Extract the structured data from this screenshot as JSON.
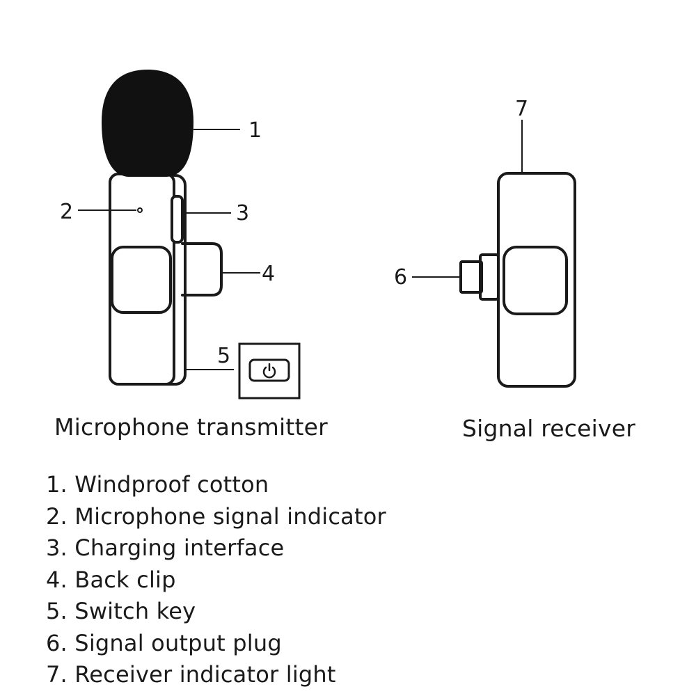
{
  "captions": {
    "transmitter": "Microphone transmitter",
    "receiver": "Signal receiver"
  },
  "callouts": [
    "1",
    "2",
    "3",
    "4",
    "5",
    "6",
    "7"
  ],
  "legend": [
    "1. Windproof cotton",
    "2. Microphone signal indicator",
    "3. Charging interface",
    "4. Back clip",
    "5. Switch key",
    "6. Signal output plug",
    "7. Receiver indicator light"
  ],
  "icons": {
    "switch_key": "power-icon"
  }
}
